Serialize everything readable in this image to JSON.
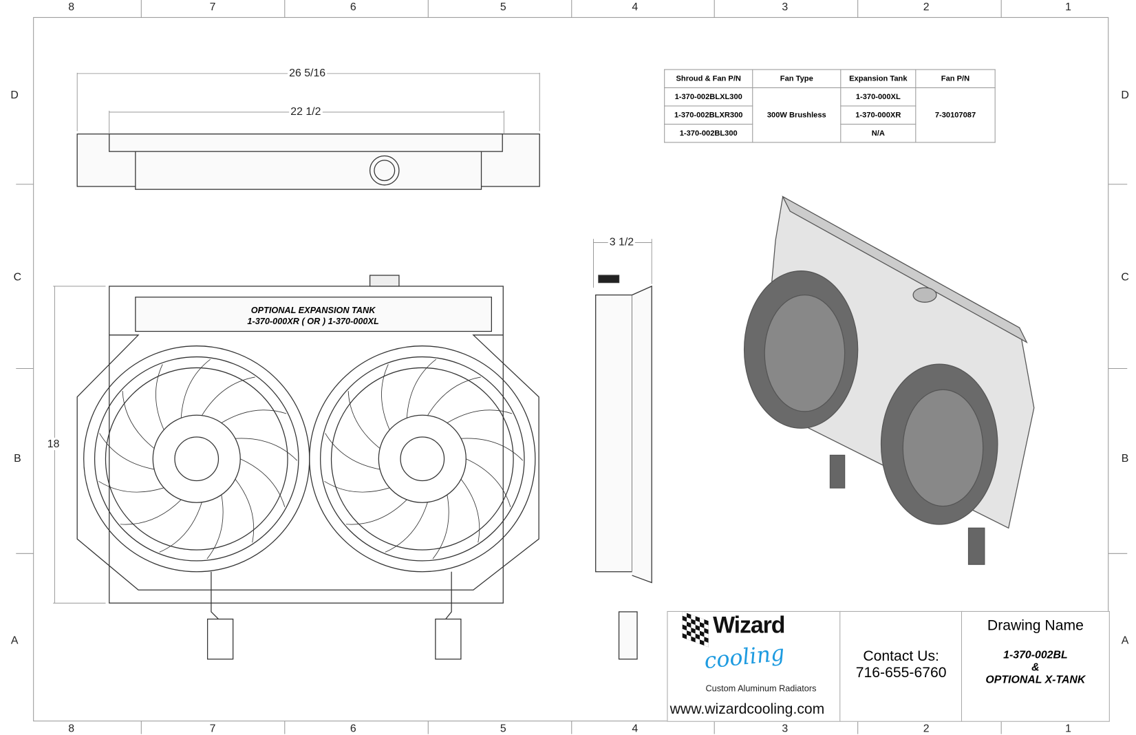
{
  "zones_columns": [
    "8",
    "7",
    "6",
    "5",
    "4",
    "3",
    "2",
    "1"
  ],
  "zones_rows": [
    "D",
    "C",
    "B",
    "A"
  ],
  "dimensions": {
    "overall_width": "26 5/16",
    "core_width": "22 1/2",
    "depth": "3 1/2",
    "height": "18"
  },
  "expansion_tank_label": {
    "line1": "OPTIONAL EXPANSION TANK",
    "line2": "1-370-000XR ( OR ) 1-370-000XL"
  },
  "bom_table": {
    "headers": [
      "Shroud & Fan P/N",
      "Fan Type",
      "Expansion Tank",
      "Fan P/N"
    ],
    "rows": [
      {
        "shroud_fan_pn": "1-370-002BLXL300",
        "expansion_tank": "1-370-000XL"
      },
      {
        "shroud_fan_pn": "1-370-002BLXR300",
        "expansion_tank": "1-370-000XR"
      },
      {
        "shroud_fan_pn": "1-370-002BL300",
        "expansion_tank": "N/A"
      }
    ],
    "fan_type": "300W Brushless",
    "fan_pn": "7-30107087"
  },
  "title_block": {
    "logo_word1": "Wizard",
    "logo_word2": "cooling",
    "logo_tagline": "Custom Aluminum Radiators",
    "website": "www.wizardcooling.com",
    "contact_label": "Contact Us:",
    "phone": "716-655-6760",
    "drawing_name_label": "Drawing Name",
    "drawing_name_line1": "1-370-002BL",
    "drawing_name_line2": "&",
    "drawing_name_line3": "OPTIONAL X-TANK"
  }
}
